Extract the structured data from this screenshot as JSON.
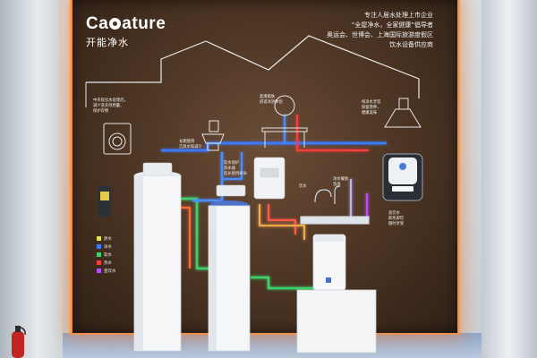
{
  "brand": {
    "logo_text_a": "Ca",
    "logo_text_b": "ature",
    "subtitle": "开能净水"
  },
  "slogan": [
    "专注人居水处理上市企业",
    "“全屋净水，全家健康”倡导者",
    "奥运会、世博会、上海国际旅游度假区",
    "饮水设备供应商"
  ],
  "labels": {
    "washer": [
      "中央软化水处理后，",
      "减少洗衣剂用量，",
      "保护衣物"
    ],
    "toilet": [
      "长期使用",
      "洁具水垢减少"
    ],
    "sink": [
      "柔滑肌肤",
      "舒适沐浴体验"
    ],
    "cooking": [
      "纯净水烹饪",
      "保留营养，",
      "健康美味"
    ],
    "heater": [
      "软水保护",
      "热水器",
      "延长使用寿命"
    ],
    "tap_left": "饮水",
    "tap_right": [
      "净水餐厨",
      "洗涤"
    ],
    "dispenser": [
      "直饮水",
      "即热即饮",
      "随时享受"
    ]
  },
  "legend": [
    {
      "label": "原水",
      "color": "#e8e14a"
    },
    {
      "label": "净水",
      "color": "#3a7bff"
    },
    {
      "label": "软水",
      "color": "#3cd16a"
    },
    {
      "label": "热水",
      "color": "#ff3a3a"
    },
    {
      "label": "直饮水",
      "color": "#b84cff"
    }
  ],
  "colors": {
    "raw": "#e8e14a",
    "pure": "#3a7bff",
    "soft": "#3cd16a",
    "hot": "#ff3a3a",
    "drink": "#b84cff",
    "glow": "#ff8c3c"
  }
}
